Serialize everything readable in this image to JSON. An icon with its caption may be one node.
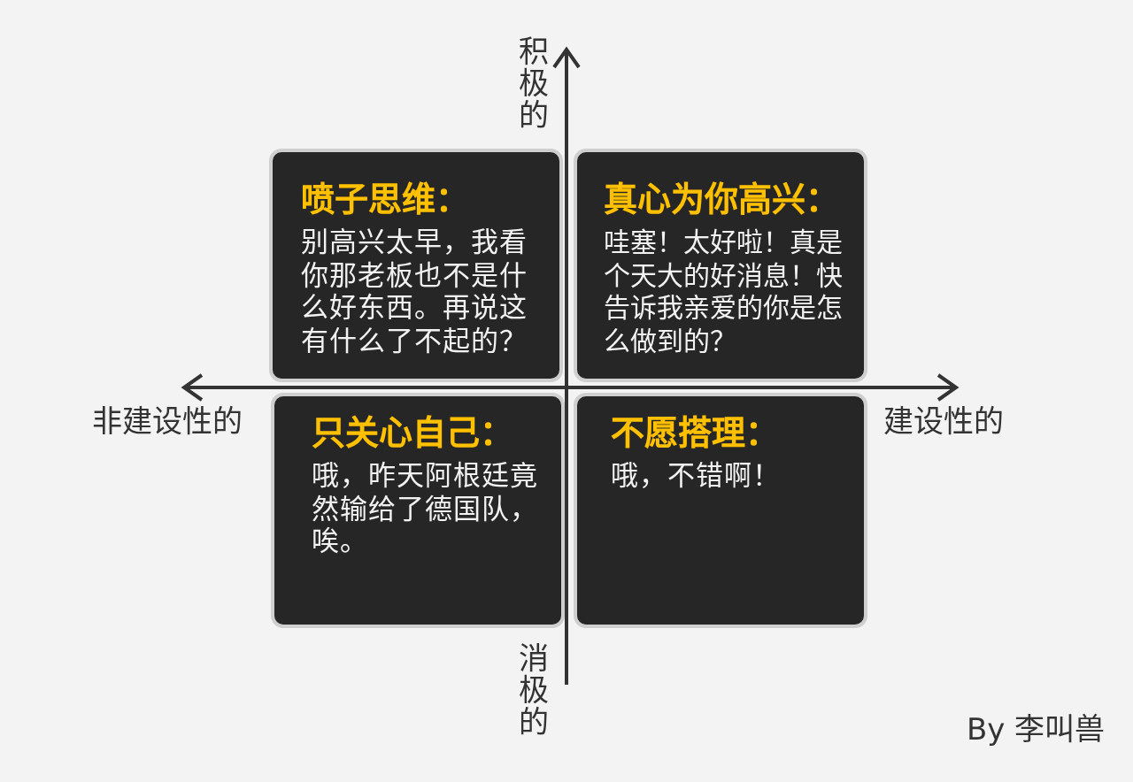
{
  "diagram": {
    "nodes": [
      {
        "text": [
          "喷子思维：",
          "别高兴太早，我看你那老板也不是什么好东西。再说这有什么了不起的？"
        ]
      },
      {
        "text": [
          "真心为你高兴：",
          "哇塞！太好啦！真是个天大的好消息！快告诉我亲爱的你是怎么做到的？"
        ]
      },
      {
        "text": [
          "只关心自己：",
          "哦，昨天阿根廷竟然输给了德国队，唉。"
        ]
      },
      {
        "text": [
          "不愿搭理：",
          "哦，不错啊！"
        ]
      }
    ],
    "labels": [
      "积极的",
      "非建设性的",
      "建设性的",
      "消极的",
      "By 李叫兽"
    ]
  }
}
